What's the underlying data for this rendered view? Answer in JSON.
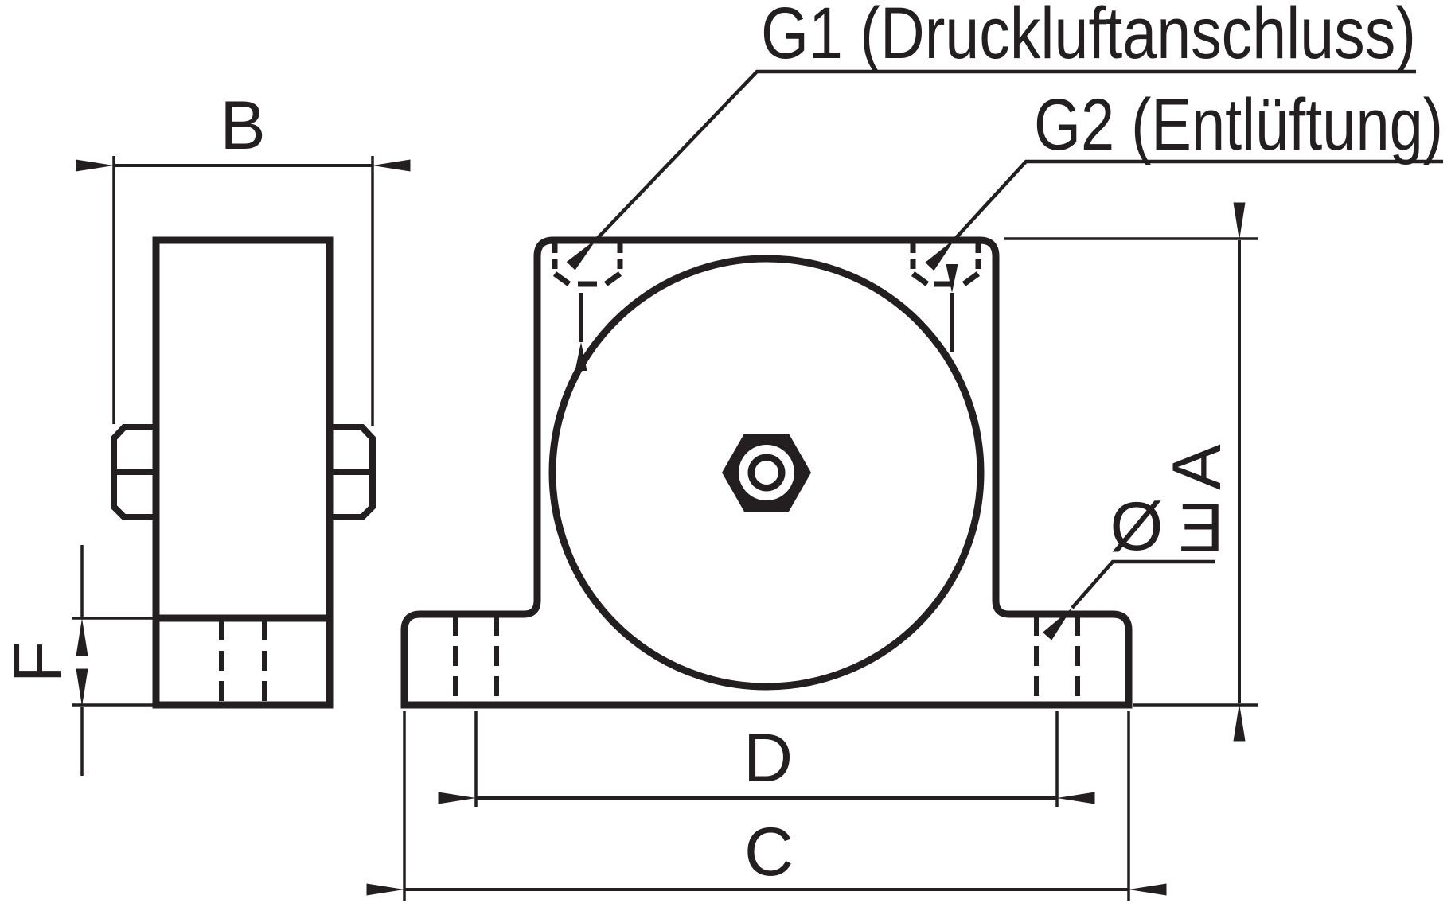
{
  "fig": {
    "callouts": {
      "g1": "G1 (Druckluftanschluss)",
      "g2": "G2 (Entlüftung)"
    },
    "dims": {
      "a": "A",
      "b": "B",
      "c": "C",
      "d": "D",
      "f": "F",
      "e": "E",
      "diameter": "Ø"
    },
    "colors": {
      "ink": "#231f20",
      "background": "#ffffff"
    }
  }
}
